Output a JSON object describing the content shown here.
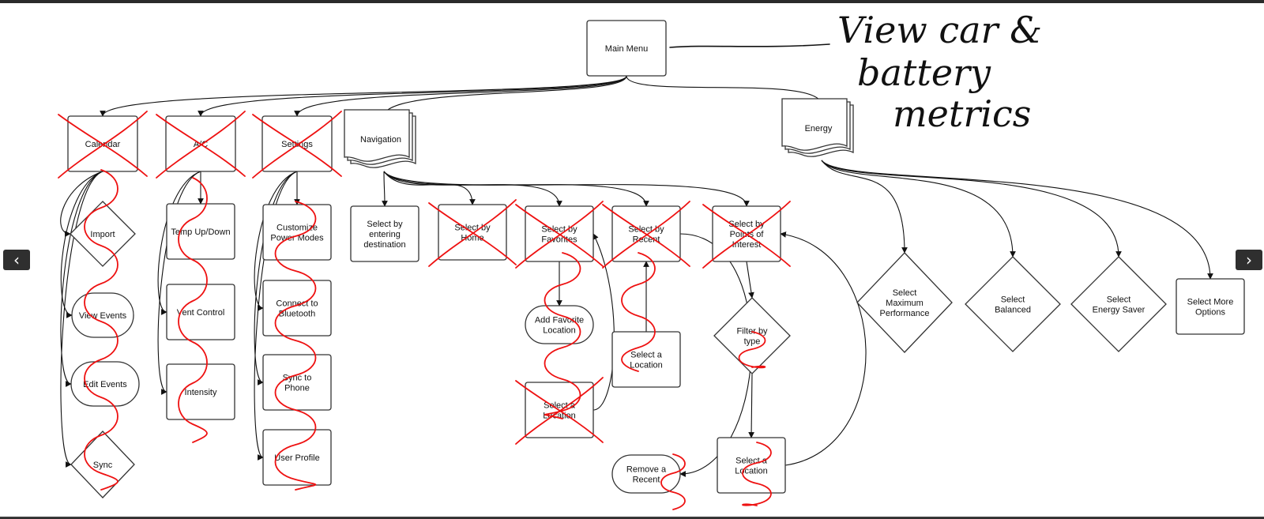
{
  "diagram": {
    "nodes": [
      {
        "id": "main-menu",
        "label": "Main Menu",
        "shape": "rect"
      },
      {
        "id": "calendar",
        "label": "Calendar",
        "shape": "rect"
      },
      {
        "id": "ac",
        "label": "A/C",
        "shape": "rect"
      },
      {
        "id": "settings",
        "label": "Settings",
        "shape": "rect"
      },
      {
        "id": "navigation",
        "label": "Navigation",
        "shape": "multi-doc"
      },
      {
        "id": "energy",
        "label": "Energy",
        "shape": "multi-doc"
      },
      {
        "id": "import",
        "label": "Import",
        "shape": "diamond"
      },
      {
        "id": "view-events",
        "label": "View Events",
        "shape": "rounded"
      },
      {
        "id": "edit-events",
        "label": "Edit Events",
        "shape": "rounded"
      },
      {
        "id": "sync",
        "label": "Sync",
        "shape": "diamond"
      },
      {
        "id": "temp",
        "label": "Temp Up/Down",
        "shape": "rect"
      },
      {
        "id": "vent",
        "label": "Vent Control",
        "shape": "rect"
      },
      {
        "id": "intensity",
        "label": "Intensity",
        "shape": "rect"
      },
      {
        "id": "power-modes",
        "label": "Customize Power Modes",
        "shape": "rect"
      },
      {
        "id": "bluetooth",
        "label": "Connect to Bluetooth",
        "shape": "rect"
      },
      {
        "id": "sync-phone",
        "label": "Sync to Phone",
        "shape": "rect"
      },
      {
        "id": "user-profile",
        "label": "User Profile",
        "shape": "rect"
      },
      {
        "id": "select-entering",
        "label": "Select by entering destination",
        "shape": "rect"
      },
      {
        "id": "select-home",
        "label": "Select by Home",
        "shape": "rect"
      },
      {
        "id": "select-favorites",
        "label": "Select by Favorites",
        "shape": "rect"
      },
      {
        "id": "select-recent",
        "label": "Select by Recent",
        "shape": "rect"
      },
      {
        "id": "select-poi",
        "label": "Select by Points of Interest",
        "shape": "rect"
      },
      {
        "id": "add-favorite",
        "label": "Add Favorite Location",
        "shape": "rounded"
      },
      {
        "id": "fav-location",
        "label": "Select a Location",
        "shape": "rect"
      },
      {
        "id": "recent-location",
        "label": "Select a Location",
        "shape": "rect"
      },
      {
        "id": "filter-type",
        "label": "Filter by type",
        "shape": "diamond"
      },
      {
        "id": "poi-location",
        "label": "Select a Location",
        "shape": "rect"
      },
      {
        "id": "remove-recent",
        "label": "Remove a Recent",
        "shape": "rounded"
      },
      {
        "id": "max-performance",
        "label": "Select Maximum Performance",
        "shape": "diamond"
      },
      {
        "id": "balanced",
        "label": "Select Balanced",
        "shape": "diamond"
      },
      {
        "id": "energy-saver",
        "label": "Select Energy Saver",
        "shape": "diamond"
      },
      {
        "id": "more-options",
        "label": "Select More Options",
        "shape": "rect"
      }
    ],
    "edges": [
      [
        "main-menu",
        "calendar"
      ],
      [
        "main-menu",
        "ac"
      ],
      [
        "main-menu",
        "settings"
      ],
      [
        "main-menu",
        "navigation"
      ],
      [
        "main-menu",
        "energy"
      ],
      [
        "calendar",
        "import"
      ],
      [
        "calendar",
        "view-events"
      ],
      [
        "calendar",
        "edit-events"
      ],
      [
        "calendar",
        "sync"
      ],
      [
        "ac",
        "temp"
      ],
      [
        "ac",
        "vent"
      ],
      [
        "ac",
        "intensity"
      ],
      [
        "settings",
        "power-modes"
      ],
      [
        "settings",
        "bluetooth"
      ],
      [
        "settings",
        "sync-phone"
      ],
      [
        "settings",
        "user-profile"
      ],
      [
        "navigation",
        "select-entering"
      ],
      [
        "navigation",
        "select-home"
      ],
      [
        "navigation",
        "select-favorites"
      ],
      [
        "navigation",
        "select-recent"
      ],
      [
        "navigation",
        "select-poi"
      ],
      [
        "select-favorites",
        "add-favorite"
      ],
      [
        "fav-location",
        "select-favorites"
      ],
      [
        "recent-location",
        "select-recent"
      ],
      [
        "select-recent",
        "remove-recent"
      ],
      [
        "select-poi",
        "filter-type"
      ],
      [
        "filter-type",
        "poi-location"
      ],
      [
        "poi-location",
        "select-poi"
      ],
      [
        "energy",
        "max-performance"
      ],
      [
        "energy",
        "balanced"
      ],
      [
        "energy",
        "energy-saver"
      ],
      [
        "energy",
        "more-options"
      ]
    ],
    "crossed_out": [
      "calendar",
      "ac",
      "settings",
      "select-home",
      "select-favorites",
      "select-recent",
      "select-poi",
      "fav-location"
    ],
    "handwritten_note": [
      "View car &",
      "battery",
      "metrics"
    ]
  },
  "nav": {
    "prev_icon": "chevron-left-icon",
    "next_icon": "chevron-right-icon",
    "prev_glyph": "‹",
    "next_glyph": "›"
  },
  "colors": {
    "background": "#ffffff",
    "frame": "#2b2b2b",
    "ink": "#111111",
    "markup": "#ee1111"
  }
}
